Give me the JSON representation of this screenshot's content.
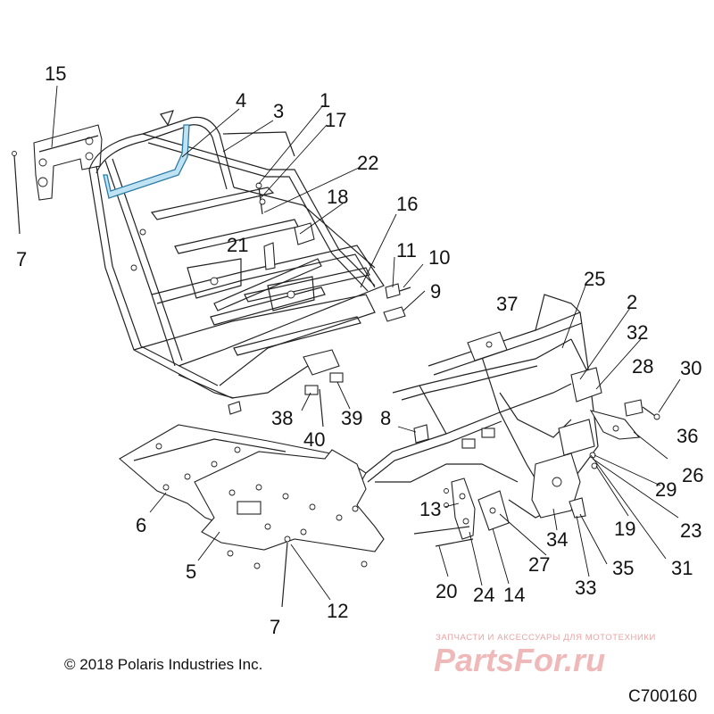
{
  "callouts": [
    {
      "id": "c15",
      "label": "15"
    },
    {
      "id": "c4",
      "label": "4"
    },
    {
      "id": "c3",
      "label": "3"
    },
    {
      "id": "c1",
      "label": "1"
    },
    {
      "id": "c17",
      "label": "17"
    },
    {
      "id": "c22",
      "label": "22"
    },
    {
      "id": "c18",
      "label": "18"
    },
    {
      "id": "c16",
      "label": "16"
    },
    {
      "id": "c7a",
      "label": "7"
    },
    {
      "id": "c21",
      "label": "21"
    },
    {
      "id": "c11",
      "label": "11"
    },
    {
      "id": "c10",
      "label": "10"
    },
    {
      "id": "c9",
      "label": "9"
    },
    {
      "id": "c25",
      "label": "25"
    },
    {
      "id": "c2",
      "label": "2"
    },
    {
      "id": "c37",
      "label": "37"
    },
    {
      "id": "c32",
      "label": "32"
    },
    {
      "id": "c28",
      "label": "28"
    },
    {
      "id": "c30",
      "label": "30"
    },
    {
      "id": "c8",
      "label": "8"
    },
    {
      "id": "c38",
      "label": "38"
    },
    {
      "id": "c39",
      "label": "39"
    },
    {
      "id": "c40",
      "label": "40"
    },
    {
      "id": "c36",
      "label": "36"
    },
    {
      "id": "c26",
      "label": "26"
    },
    {
      "id": "c29",
      "label": "29"
    },
    {
      "id": "c6",
      "label": "6"
    },
    {
      "id": "c13",
      "label": "13"
    },
    {
      "id": "c19",
      "label": "19"
    },
    {
      "id": "c23",
      "label": "23"
    },
    {
      "id": "c34",
      "label": "34"
    },
    {
      "id": "c31",
      "label": "31"
    },
    {
      "id": "c5",
      "label": "5"
    },
    {
      "id": "c27",
      "label": "27"
    },
    {
      "id": "c35",
      "label": "35"
    },
    {
      "id": "c33",
      "label": "33"
    },
    {
      "id": "c20",
      "label": "20"
    },
    {
      "id": "c24",
      "label": "24"
    },
    {
      "id": "c14",
      "label": "14"
    },
    {
      "id": "c12",
      "label": "12"
    },
    {
      "id": "c7b",
      "label": "7"
    }
  ],
  "copyright": "© 2018 Polaris Industries Inc.",
  "diagram_code": "C700160",
  "watermark": {
    "tagline": "ЗАПЧАСТИ И АКСЕССУАРЫ ДЛЯ МОТОТЕХНИКИ",
    "logo_text": "PartsFor.ru"
  },
  "colors": {
    "highlight_part": "#bfe3f2",
    "watermark": "#e8a3a3"
  }
}
